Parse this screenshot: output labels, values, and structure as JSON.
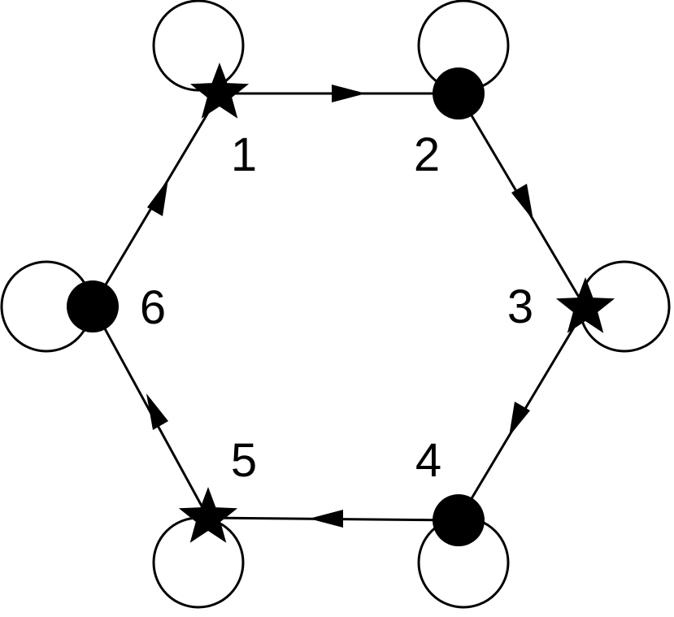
{
  "diagram": {
    "nodes": [
      {
        "id": "1",
        "label": "1",
        "marker": "star"
      },
      {
        "id": "2",
        "label": "2",
        "marker": "dot"
      },
      {
        "id": "3",
        "label": "3",
        "marker": "star"
      },
      {
        "id": "4",
        "label": "4",
        "marker": "dot"
      },
      {
        "id": "5",
        "label": "5",
        "marker": "star"
      },
      {
        "id": "6",
        "label": "6",
        "marker": "dot"
      }
    ],
    "edges": [
      {
        "from": "1",
        "to": "2"
      },
      {
        "from": "2",
        "to": "3"
      },
      {
        "from": "3",
        "to": "4"
      },
      {
        "from": "4",
        "to": "5"
      },
      {
        "from": "5",
        "to": "6"
      },
      {
        "from": "6",
        "to": "1"
      }
    ],
    "self_loops": [
      "1",
      "2",
      "3",
      "4",
      "5",
      "6"
    ],
    "colors": {
      "stroke": "#000000",
      "fill": "#000000",
      "background": "#ffffff"
    }
  }
}
